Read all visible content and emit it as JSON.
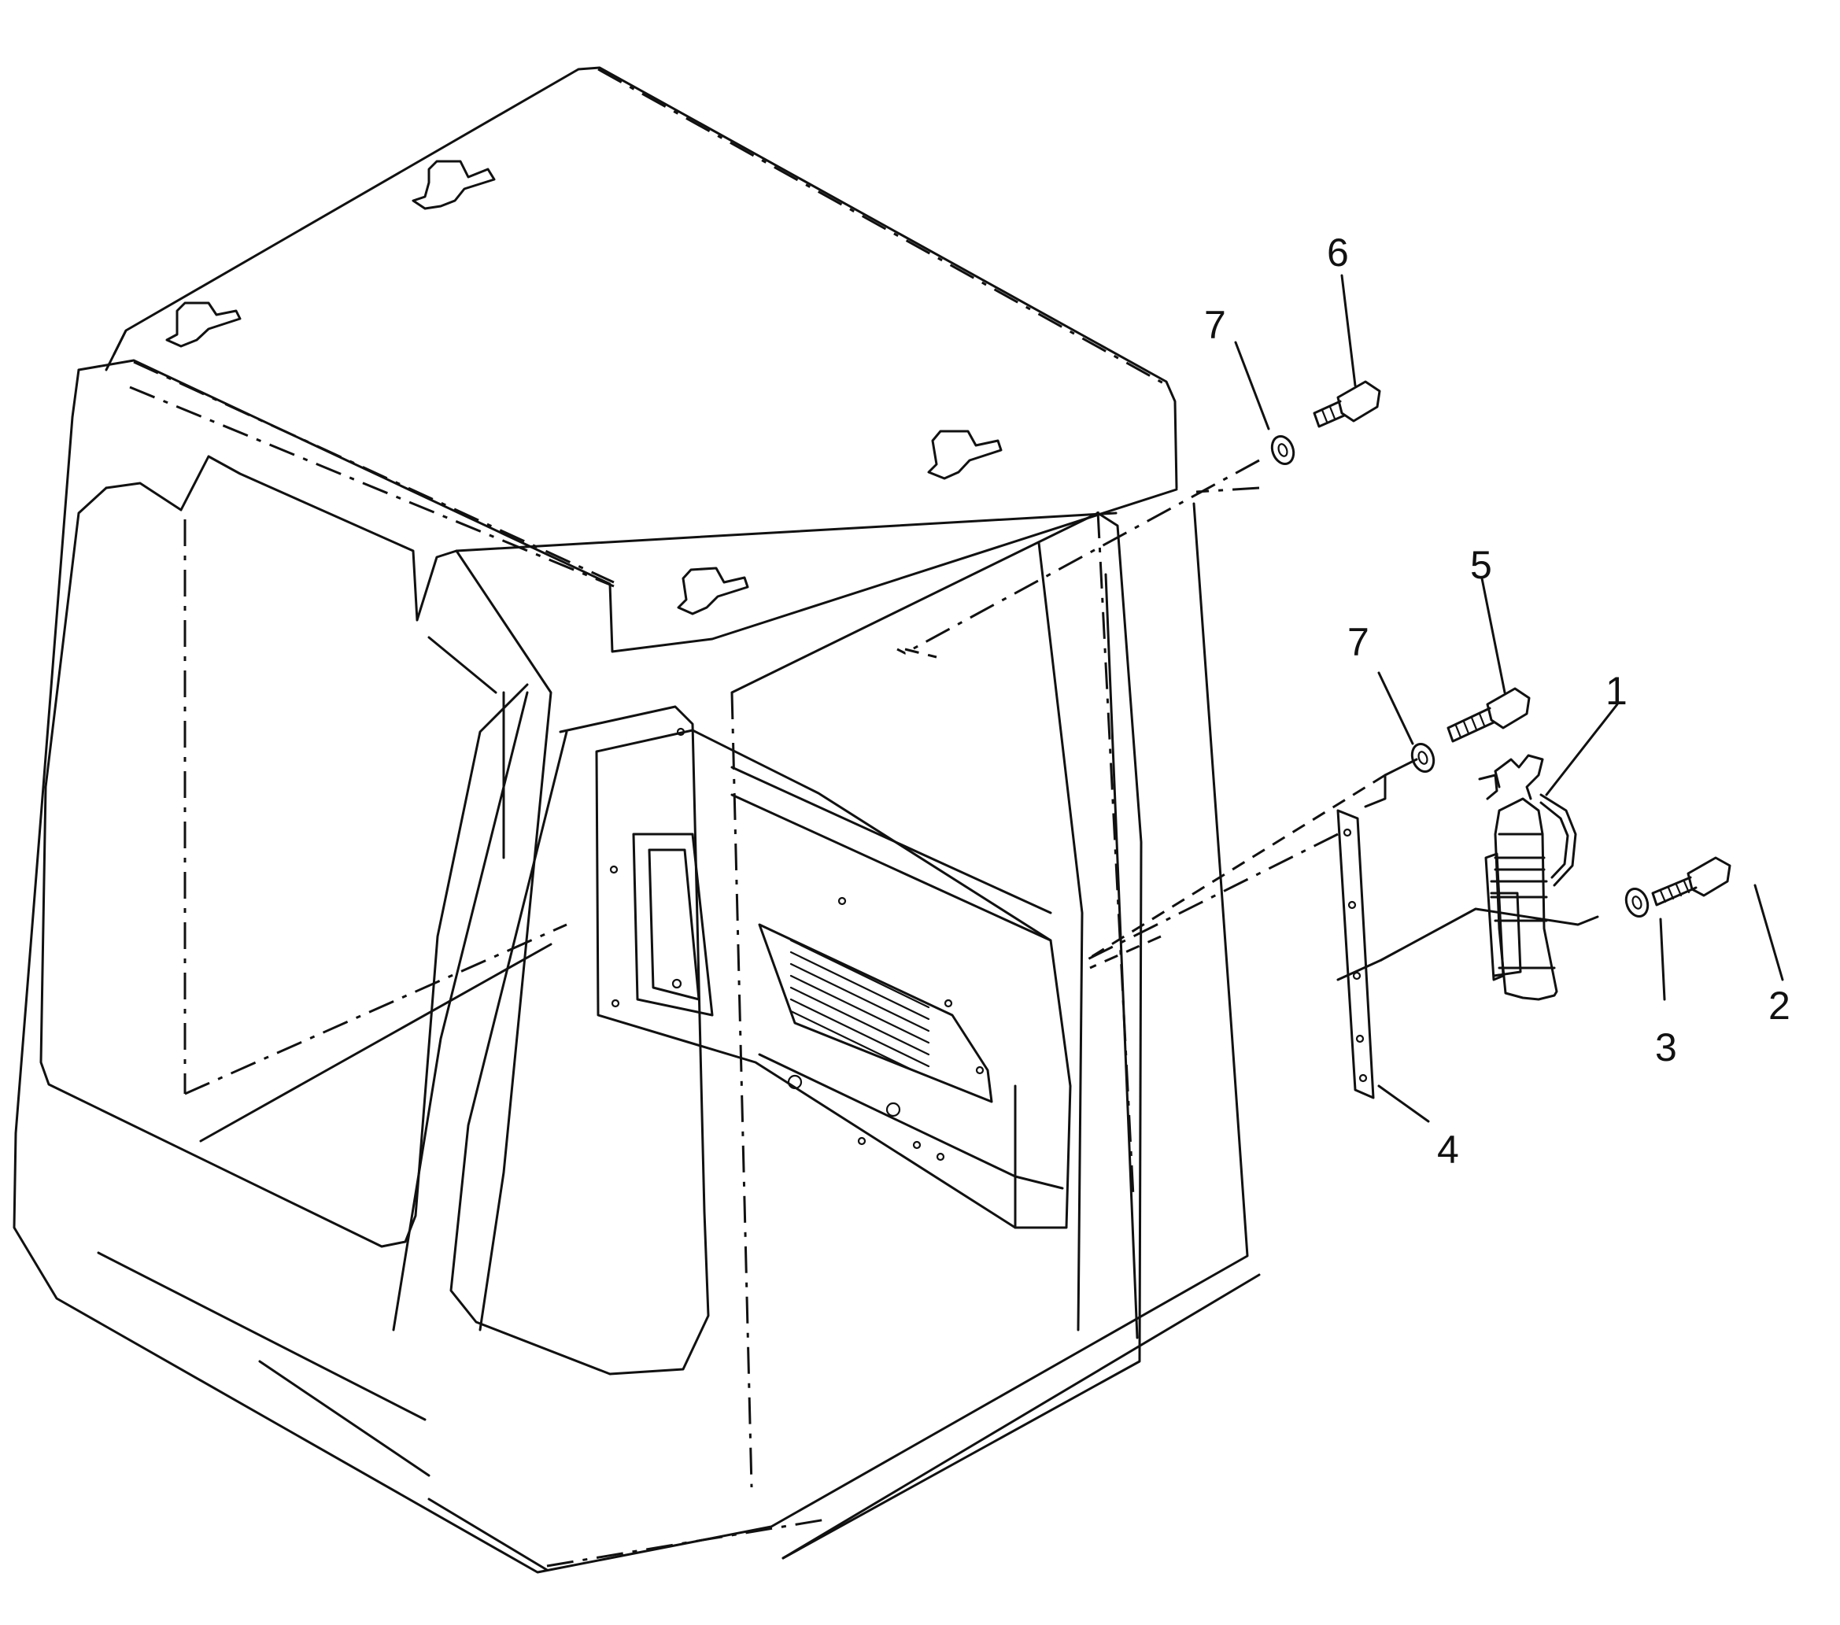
{
  "callouts": {
    "part_1": "1",
    "part_2": "2",
    "part_3": "3",
    "part_4": "4",
    "part_5": "5",
    "part_6": "6",
    "part_7_upper": "7",
    "part_7_lower": "7"
  },
  "colors": {
    "line": "#111111",
    "background": "#ffffff"
  }
}
